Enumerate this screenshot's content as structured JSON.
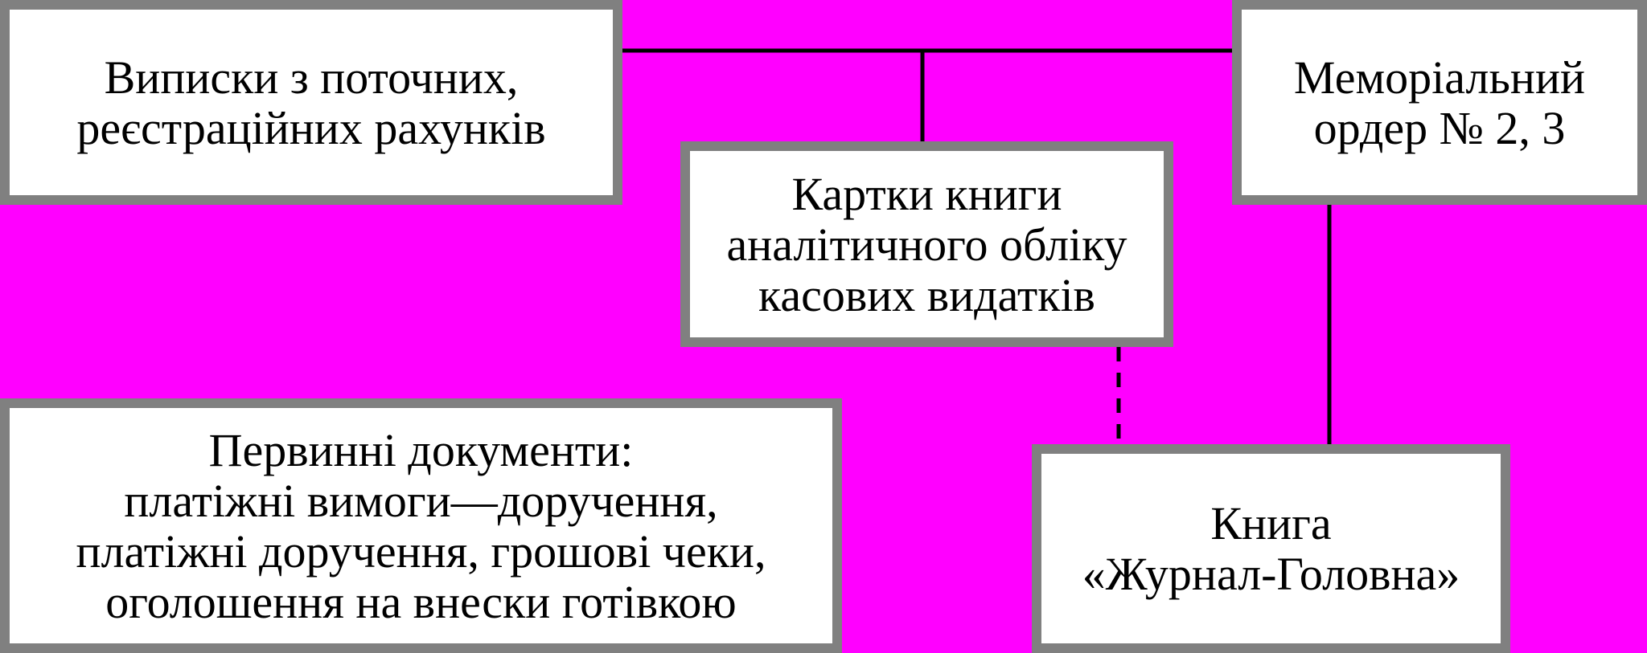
{
  "diagram": {
    "boxes": {
      "statements": {
        "lines": [
          "Виписки з поточних,",
          "реєстраційних рахунків"
        ]
      },
      "memorial": {
        "lines": [
          "Меморіальний",
          "ордер № 2, 3"
        ]
      },
      "cards": {
        "lines": [
          "Картки книги",
          "аналітичного обліку",
          "касових видатків"
        ]
      },
      "primary": {
        "lines": [
          "Первинні документи:",
          "платіжні вимоги—доручення,",
          "платіжні доручення, грошові чеки,",
          "оголошення на внески готівкою"
        ]
      },
      "journal": {
        "lines": [
          "Книга",
          "«Журнал-Головна»"
        ]
      }
    },
    "connectors": [
      {
        "from": "statements",
        "to": "memorial",
        "style": "solid"
      },
      {
        "from": "statements-memorial-line",
        "to": "cards",
        "style": "solid"
      },
      {
        "from": "memorial",
        "to": "journal",
        "style": "solid"
      },
      {
        "from": "cards",
        "to": "journal",
        "style": "dashed"
      }
    ],
    "colors": {
      "background": "#ff00ff",
      "box_fill": "#ffffff",
      "box_border": "#808080",
      "line": "#000000",
      "text": "#000000"
    }
  }
}
